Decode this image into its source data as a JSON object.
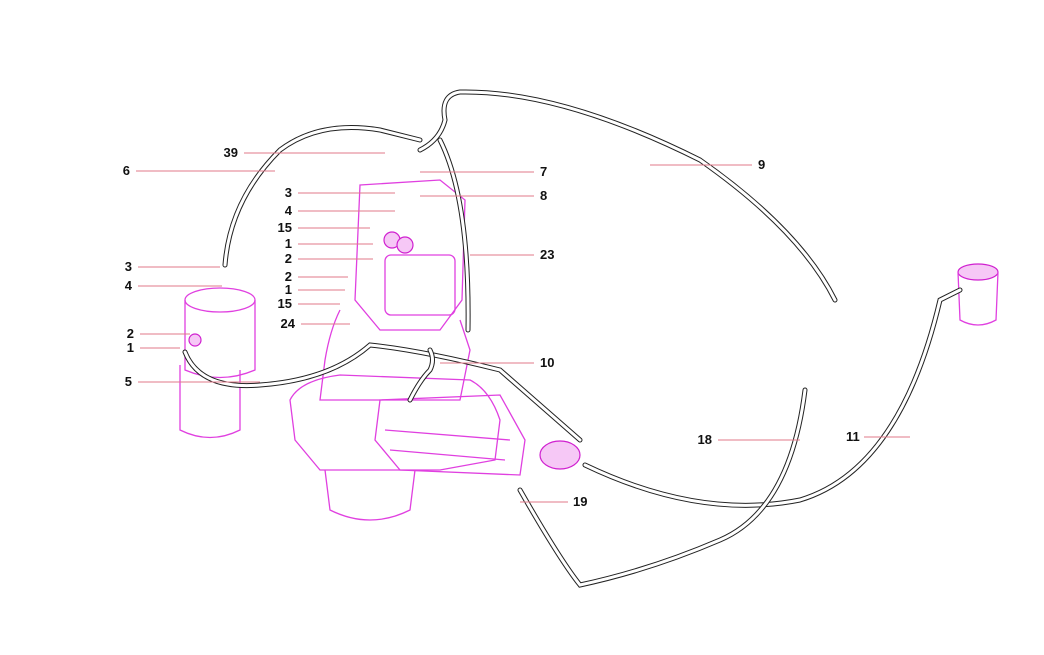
{
  "diagram": {
    "type": "exploded hydraulic parts diagram",
    "colors": {
      "parts": "#e040e0",
      "hoses": "#222222",
      "leaders": "#e07a8a"
    },
    "callouts": [
      {
        "label": "39"
      },
      {
        "label": "6"
      },
      {
        "label": "3"
      },
      {
        "label": "4"
      },
      {
        "label": "15"
      },
      {
        "label": "1"
      },
      {
        "label": "2"
      },
      {
        "label": "2"
      },
      {
        "label": "1"
      },
      {
        "label": "15"
      },
      {
        "label": "24"
      },
      {
        "label": "3"
      },
      {
        "label": "4"
      },
      {
        "label": "2"
      },
      {
        "label": "1"
      },
      {
        "label": "5"
      },
      {
        "label": "7"
      },
      {
        "label": "8"
      },
      {
        "label": "23"
      },
      {
        "label": "10"
      },
      {
        "label": "9"
      },
      {
        "label": "18"
      },
      {
        "label": "11"
      },
      {
        "label": "19"
      }
    ]
  }
}
